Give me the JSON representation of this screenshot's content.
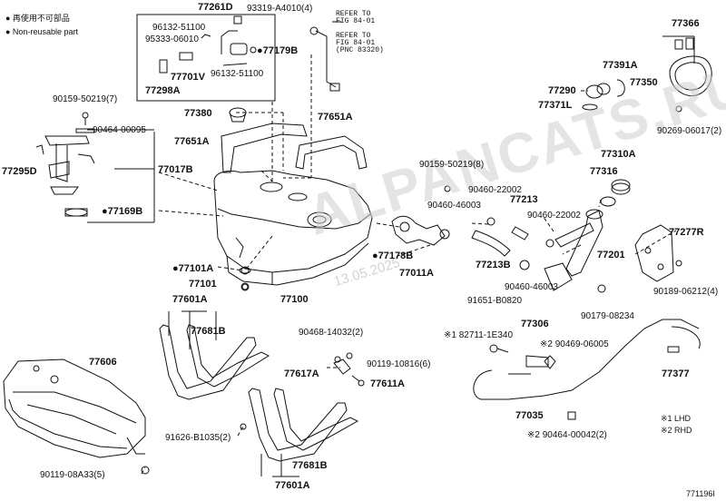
{
  "legend": {
    "line1": "● 再使用不可部品",
    "line2": "● Non-reusable part"
  },
  "watermark": {
    "text": "ALPANCATS.RU",
    "date": "13.05.2025"
  },
  "diagram_code": "771196I",
  "notes": {
    "lhd": "※1 LHD",
    "rhd": "※2 RHD"
  },
  "refs": {
    "r1": "REFER TO\nFIG 84-01",
    "r2": "REFER TO\nFIG 84-01\n(PNC 83320)"
  },
  "parts": {
    "p77261D": "77261D",
    "p93319": "93319-A4010(4)",
    "p96132a": "96132-51100",
    "p95333": "95333-06010",
    "p77179B": "●77179B",
    "p77701V": "77701V",
    "p96132b": "96132-51100",
    "p77298A": "77298A",
    "p77380": "77380",
    "p77651Aa": "77651A",
    "p77651Ab": "77651A",
    "p90159a": "90159-50219(7)",
    "p90464a": "90464-00095",
    "p77295D": "77295D",
    "p77017B": "77017B",
    "p77169B": "●77169B",
    "p77366": "77366",
    "p77391A": "77391A",
    "p77290": "77290",
    "p77350": "77350",
    "p77371L": "77371L",
    "p90269": "90269-06017(2)",
    "p77310A": "77310A",
    "p77316": "77316",
    "p90159b": "90159-50219(8)",
    "p90460a": "90460-22002",
    "p77213": "77213",
    "p90460b": "90460-46003",
    "p90460c": "90460-22002",
    "p77277R": "77277R",
    "p77178B": "●77178B",
    "p77213B": "77213B",
    "p77201": "77201",
    "p77101A": "●77101A",
    "p77011A": "77011A",
    "p77101": "77101",
    "p90460d": "90460-46003",
    "p91651": "91651-B0820",
    "p90189": "90189-06212(4)",
    "p77100": "77100",
    "p90179": "90179-08234",
    "p77601Aa": "77601A",
    "p77681Ba": "77681B",
    "p90468": "90468-14032(2)",
    "p82711": "※1 82711-1E340",
    "p77306": "77306",
    "p90469": "※2 90469-06005",
    "p77606": "77606",
    "p90119a": "90119-10816(6)",
    "p77617A": "77617A",
    "p77611A": "77611A",
    "p77377": "77377",
    "p77035": "77035",
    "p91626": "91626-B1035(2)",
    "p90464b": "※2 90464-00042(2)",
    "p90119b": "90119-08A33(5)",
    "p77681Bb": "77681B",
    "p77601Ab": "77601A"
  }
}
